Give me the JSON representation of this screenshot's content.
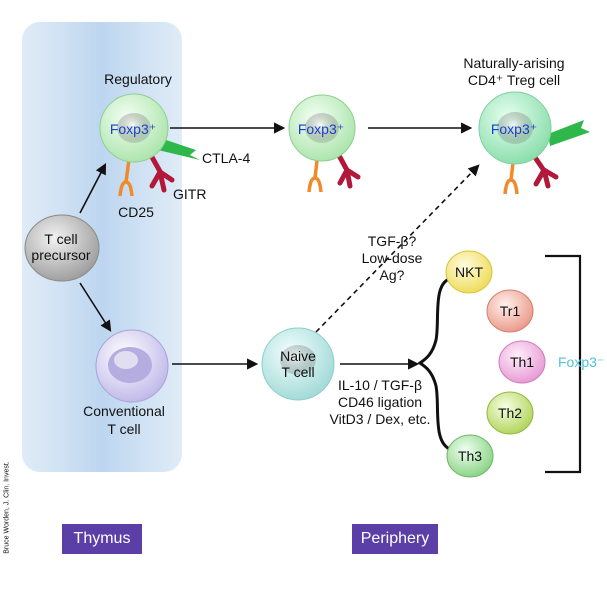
{
  "labels": {
    "regulatory": "Regulatory",
    "treg_title_line1": "Naturally-arising",
    "treg_title_line2": "CD4⁺ Treg cell",
    "ctla4": "CTLA-4",
    "gitr": "GITR",
    "cd25": "CD25",
    "precursor_line1": "T cell",
    "precursor_line2": "precursor",
    "conventional_line1": "Conventional",
    "conventional_line2": "T cell",
    "naive_line1": "Naive",
    "naive_line2": "T cell",
    "foxp3_cell_1": "Foxp3⁺",
    "foxp3_cell_2": "Foxp3⁺",
    "foxp3_cell_3": "Foxp3⁺",
    "tgf_line1": "TGF-β?",
    "tgf_line2": "Low-dose",
    "tgf_line3": "Ag?",
    "cond_line1": "IL-10 / TGF-β",
    "cond_line2": "CD46 ligation",
    "cond_line3": "VitD3 / Dex, etc.",
    "nkt": "NKT",
    "tr1": "Tr1",
    "th1": "Th1",
    "th2": "Th2",
    "th3": "Th3",
    "foxp3_bracket": "Foxp3⁻",
    "thymus": "Thymus",
    "periphery": "Periphery",
    "credit": "Bruce Worden, J. Clin. Invest."
  },
  "colors": {
    "thymus_zone": "#cfe2f3",
    "label_box": "#5b3fa6",
    "foxp3_text": "#1c3fd0",
    "foxp3_bracket_text": "#4fc3d9",
    "treg_cell": "#c8efc8",
    "naive_cell": "#c9eceb",
    "precursor_cell": "#bdbdbd",
    "conventional_cell": "#d6d2ee",
    "nkt_cell": "#f7ec86",
    "tr1_cell": "#f4b8ac",
    "th1_cell": "#f3b7e2",
    "th2_cell": "#c8e27e",
    "th3_cell": "#a8e2a3",
    "ctla4": "#2eb84b",
    "gitr": "#b2183a",
    "cd25": "#f08a2c"
  }
}
